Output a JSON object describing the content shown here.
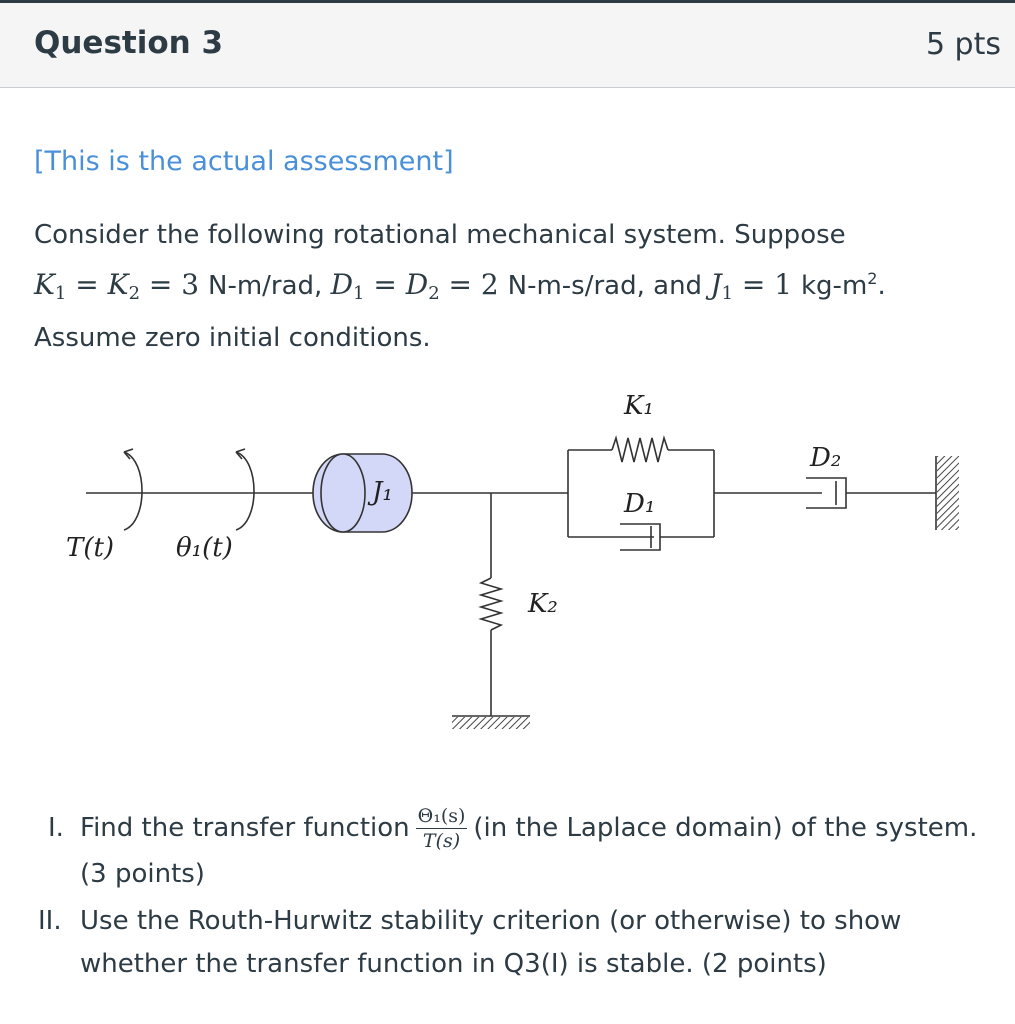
{
  "header": {
    "title": "Question 3",
    "points": "5 pts"
  },
  "note": "[This is the actual assessment]",
  "intro": {
    "line1": "Consider the following rotational mechanical system. Suppose",
    "line2": {
      "k1": "K",
      "k1_sub": "1",
      "eq1": " = ",
      "k2": "K",
      "k2_sub": "2",
      "eq2": " = 3 ",
      "unit1": "N-m/rad, ",
      "d1": "D",
      "d1_sub": "1",
      "eq3": " = ",
      "d2": "D",
      "d2_sub": "2",
      "eq4": " = 2 ",
      "unit2": "N-m-s/rad, and ",
      "j1": "J",
      "j1_sub": "1",
      "eq5": " = 1 ",
      "unit3": "kg-m",
      "unit3_sup": "2",
      "end": "."
    },
    "line3": "Assume zero initial conditions."
  },
  "diagram": {
    "torque_label": "T(t)",
    "theta_label": "θ₁(t)",
    "inertia_label": "J₁",
    "k1_label": "K₁",
    "k2_label": "K₂",
    "d1_label": "D₁",
    "d2_label": "D₂"
  },
  "questions": [
    {
      "number": "I.",
      "text_before": "Find the transfer function",
      "frac_num": "Θ₁(s)",
      "frac_den": "T(s)",
      "text_after": "(in the Laplace domain) of the system.",
      "text_line2": "(3 points)"
    },
    {
      "number": "II.",
      "text_line1": "Use the Routh-Hurwitz stability criterion (or otherwise) to show",
      "text_line2": "whether the transfer function in Q3(I) is stable. (2 points)"
    }
  ],
  "colors": {
    "link_blue": "#4a90d9",
    "inertia_fill": "#d4d8f8",
    "text": "#2d3b45"
  }
}
